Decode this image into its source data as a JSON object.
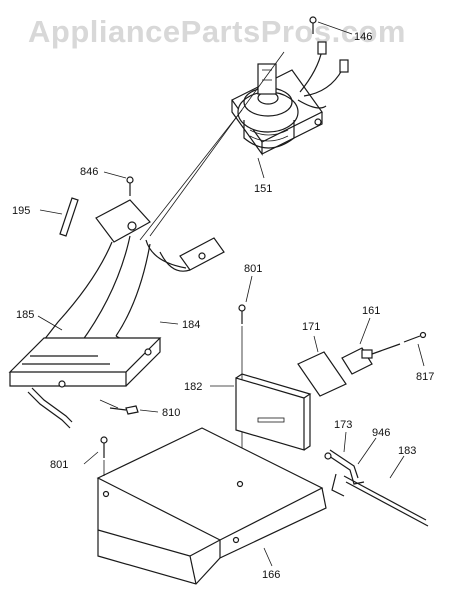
{
  "watermark": "AppliancePartsPros.com",
  "callouts": {
    "p146": "146",
    "p151": "151",
    "p846": "846",
    "p195": "195",
    "p185": "185",
    "p184": "184",
    "p801a": "801",
    "p171": "171",
    "p161": "161",
    "p817": "817",
    "p182": "182",
    "p810": "810",
    "p801b": "801",
    "p173": "173",
    "p946": "946",
    "p183": "183",
    "p166": "166"
  }
}
